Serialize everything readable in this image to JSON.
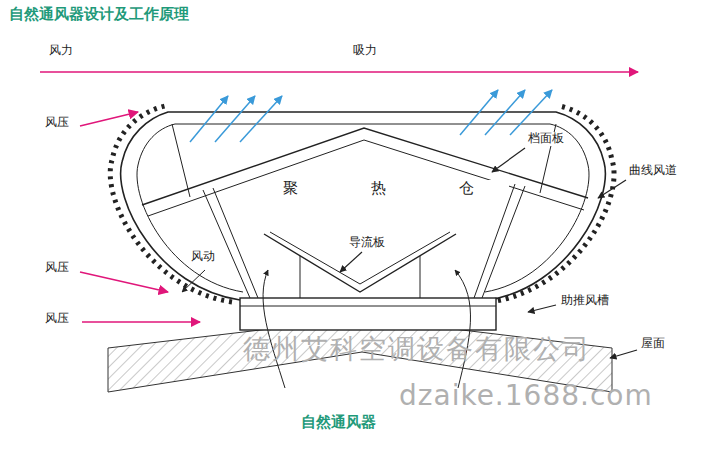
{
  "diagram": {
    "title": "自然通风器设计及工作原理",
    "caption": "自然通风器",
    "labels": [
      "风力",
      "吸力",
      "风压",
      "档面板",
      "曲线风道",
      "聚 热 仓",
      "导流板",
      "风动",
      "风压",
      "风压",
      "助推风槽",
      "屋面",
      "德州艾科空调设备有限公司",
      "dzaike.1688.com"
    ]
  }
}
